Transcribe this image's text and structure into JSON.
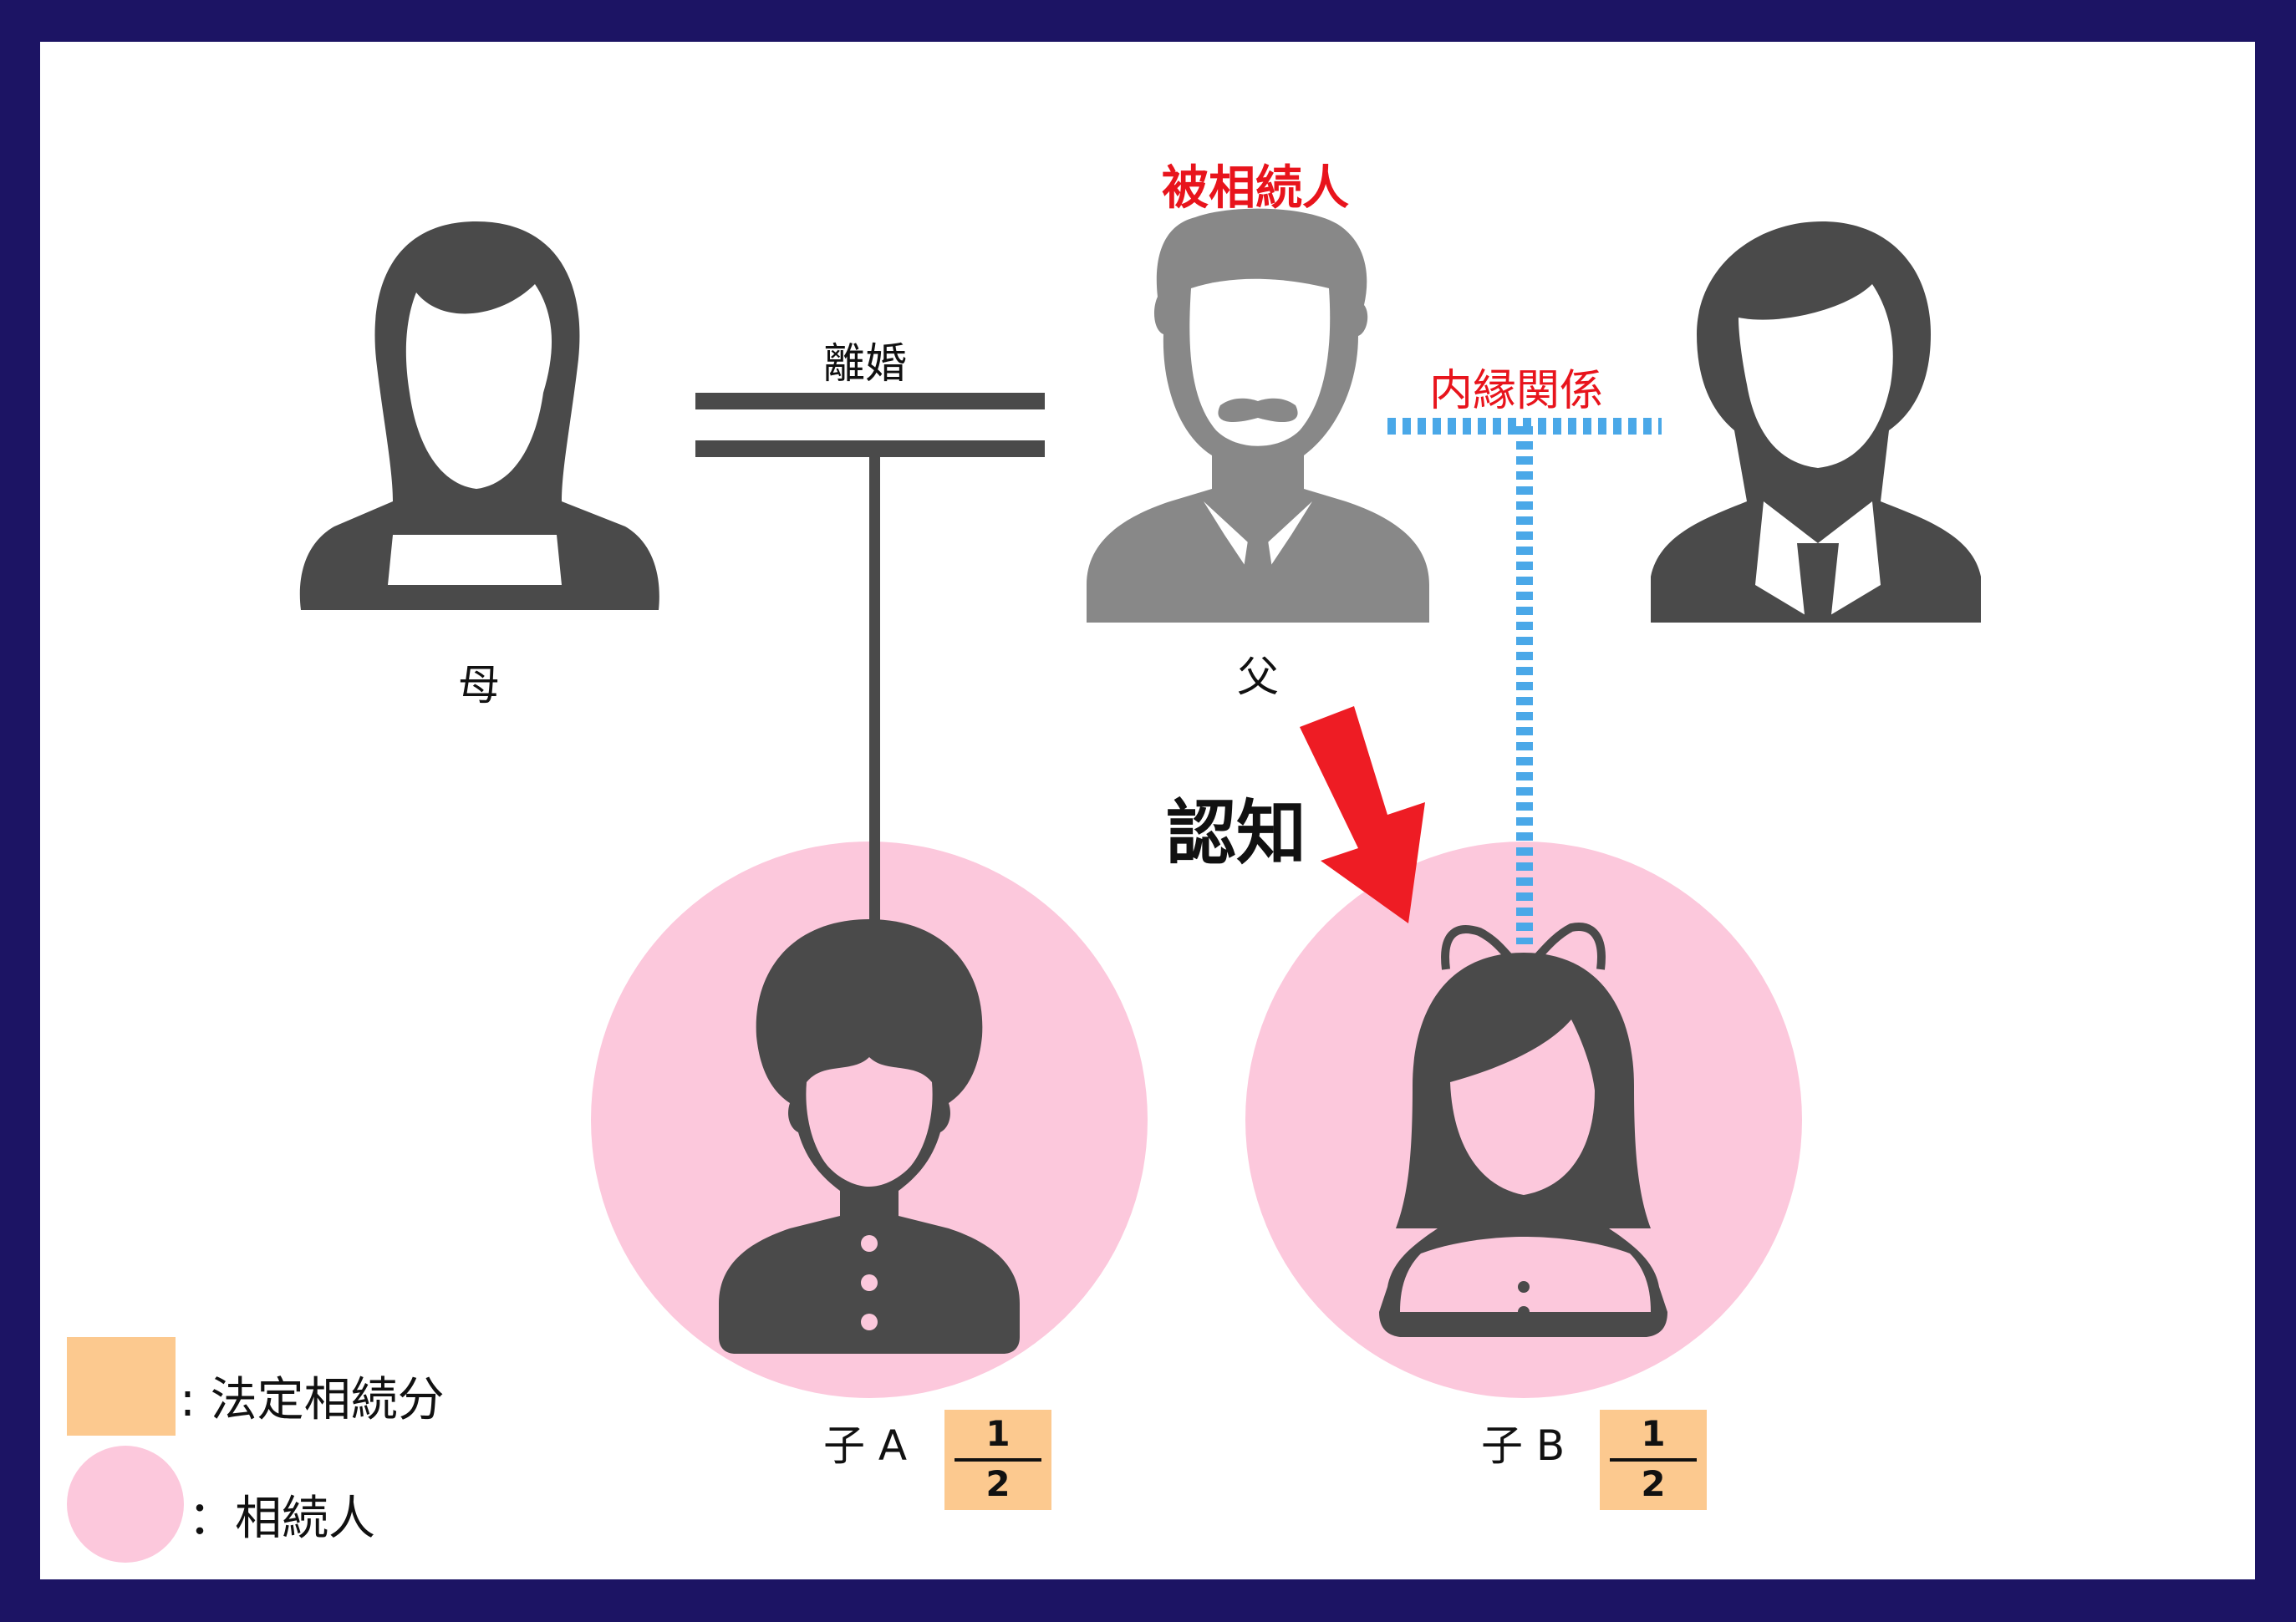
{
  "colors": {
    "frame": "#1c1464",
    "heir_circle": "#fcc8dc",
    "share_box": "#fcc98f",
    "person_dark": "#4a4a4a",
    "person_deceased": "#888888",
    "accent_red": "#e8141c",
    "common_law_line": "#4aa8e8"
  },
  "labels": {
    "deceased": "被相続人",
    "mother": "母",
    "father": "父",
    "divorce": "離婚",
    "common_law": "内縁関係",
    "acknowledgment": "認知",
    "child_a": "子 A",
    "child_b": "子 B"
  },
  "shares": {
    "child_a": {
      "numerator": "1",
      "denominator": "2"
    },
    "child_b": {
      "numerator": "1",
      "denominator": "2"
    }
  },
  "legend": {
    "statutory_share": ": 法定相続分",
    "heir": "：相続人"
  },
  "icons": {
    "mother": "woman-icon",
    "father": "man-mustache-icon",
    "partner": "woman-suit-icon",
    "child_a": "boy-uniform-icon",
    "child_b": "girl-ribbon-icon",
    "acknowledgment_arrow": "arrow-down-right-icon"
  }
}
